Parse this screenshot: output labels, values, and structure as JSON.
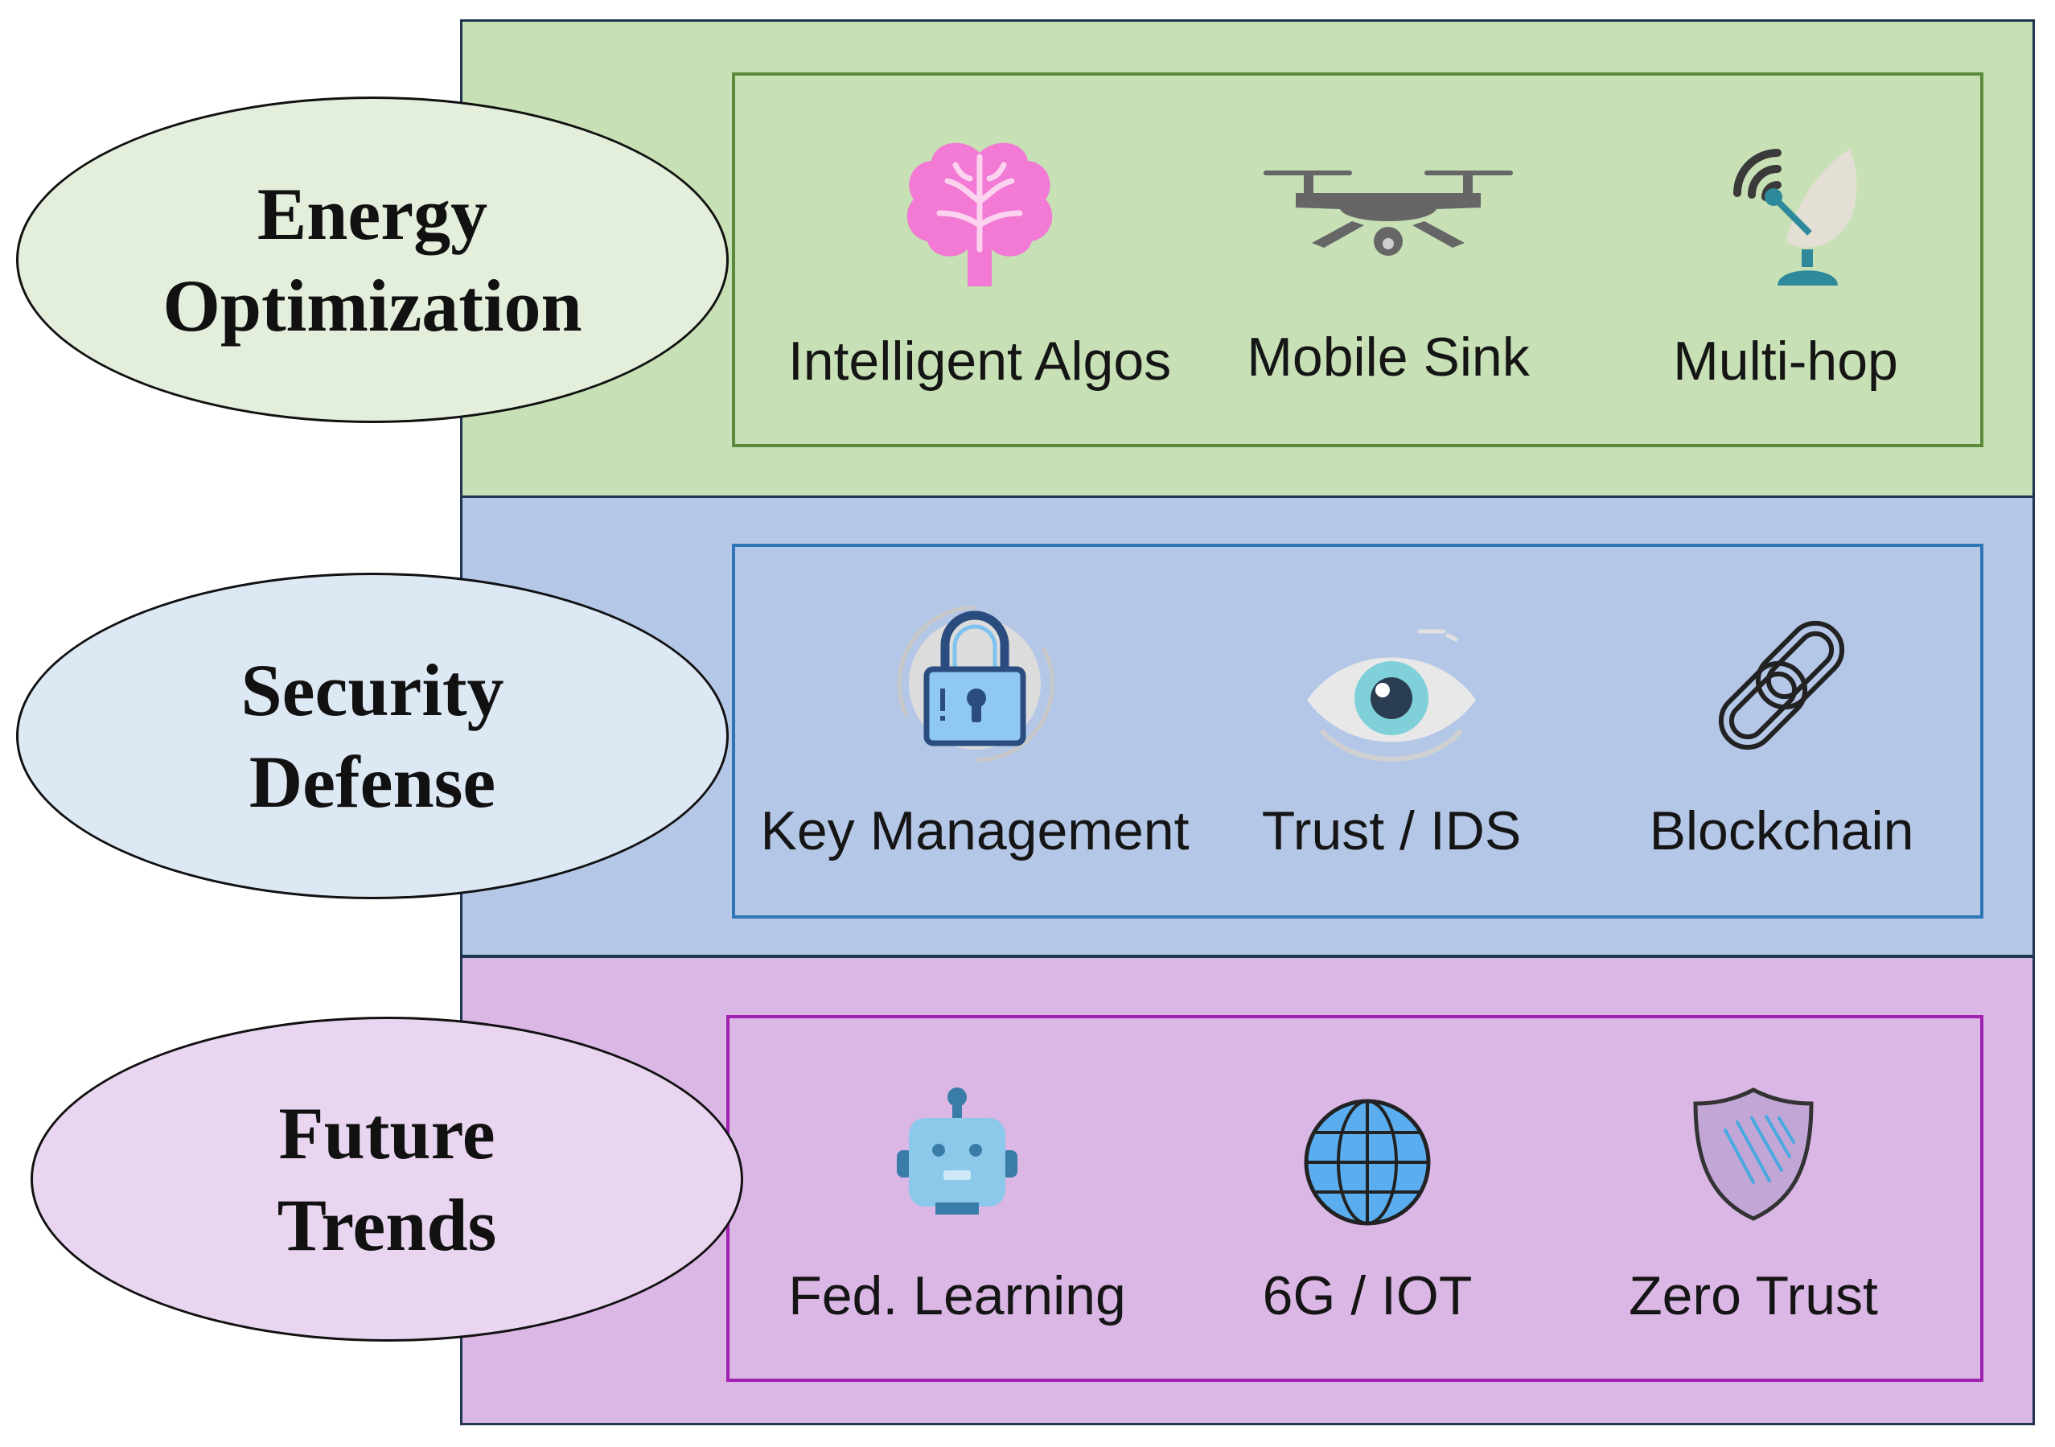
{
  "categories": [
    {
      "id": "energy",
      "title": "Energy\nOptimization",
      "band_color": "#c7e0b5",
      "ellipse_color": "#e3eedb",
      "inner_border": "#5a8a3c",
      "items": [
        {
          "label": "Intelligent Algos",
          "icon": "brain-icon"
        },
        {
          "label": "Mobile Sink",
          "icon": "drone-icon"
        },
        {
          "label": "Multi-hop",
          "icon": "satellite-dish-icon"
        }
      ]
    },
    {
      "id": "security",
      "title": "Security\nDefense",
      "band_color": "#b4c7e7",
      "ellipse_color": "#dde8f5",
      "inner_border": "#2e75b6",
      "items": [
        {
          "label": "Key Management",
          "icon": "padlock-icon"
        },
        {
          "label": "Trust / IDS",
          "icon": "eye-icon"
        },
        {
          "label": "Blockchain",
          "icon": "chain-link-icon"
        }
      ]
    },
    {
      "id": "future",
      "title": "Future\nTrends",
      "band_color": "#dbb7e5",
      "ellipse_color": "#e9d5f0",
      "inner_border": "#a020b0",
      "items": [
        {
          "label": "Fed. Learning",
          "icon": "robot-icon"
        },
        {
          "label": "6G / IOT",
          "icon": "globe-icon"
        },
        {
          "label": "Zero Trust",
          "icon": "shield-icon"
        }
      ]
    }
  ]
}
